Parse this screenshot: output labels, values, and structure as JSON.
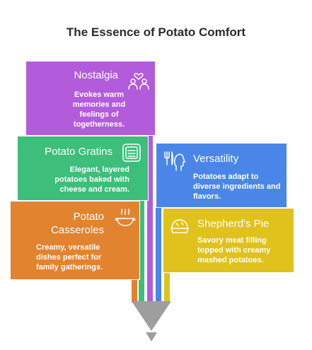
{
  "title": "The Essence of Potato Comfort",
  "items": [
    {
      "heading": "Nostalgia",
      "body": "Evokes warm memories and feelings of togetherness.",
      "color": "#b25bdb",
      "icon": "people-heart-icon"
    },
    {
      "heading": "Potato Gratins",
      "body": "Elegant, layered potatoes baked with cheese and cream.",
      "color": "#3dbe7a",
      "icon": "baking-dish-icon"
    },
    {
      "heading": "Versatility",
      "body": "Potatoes adapt to diverse ingredients and flavors.",
      "color": "#4a86e8",
      "icon": "head-utensils-icon"
    },
    {
      "heading": "Potato Casseroles",
      "body": "Creamy, versatile dishes perfect for family gatherings.",
      "color": "#e1832f",
      "icon": "steaming-dish-icon"
    },
    {
      "heading": "Shepherd's Pie",
      "body": "Savory meat filling topped with creamy mashed potatoes.",
      "color": "#e0c21c",
      "icon": "pie-icon"
    }
  ],
  "funnel_color": "#9e9e9e"
}
